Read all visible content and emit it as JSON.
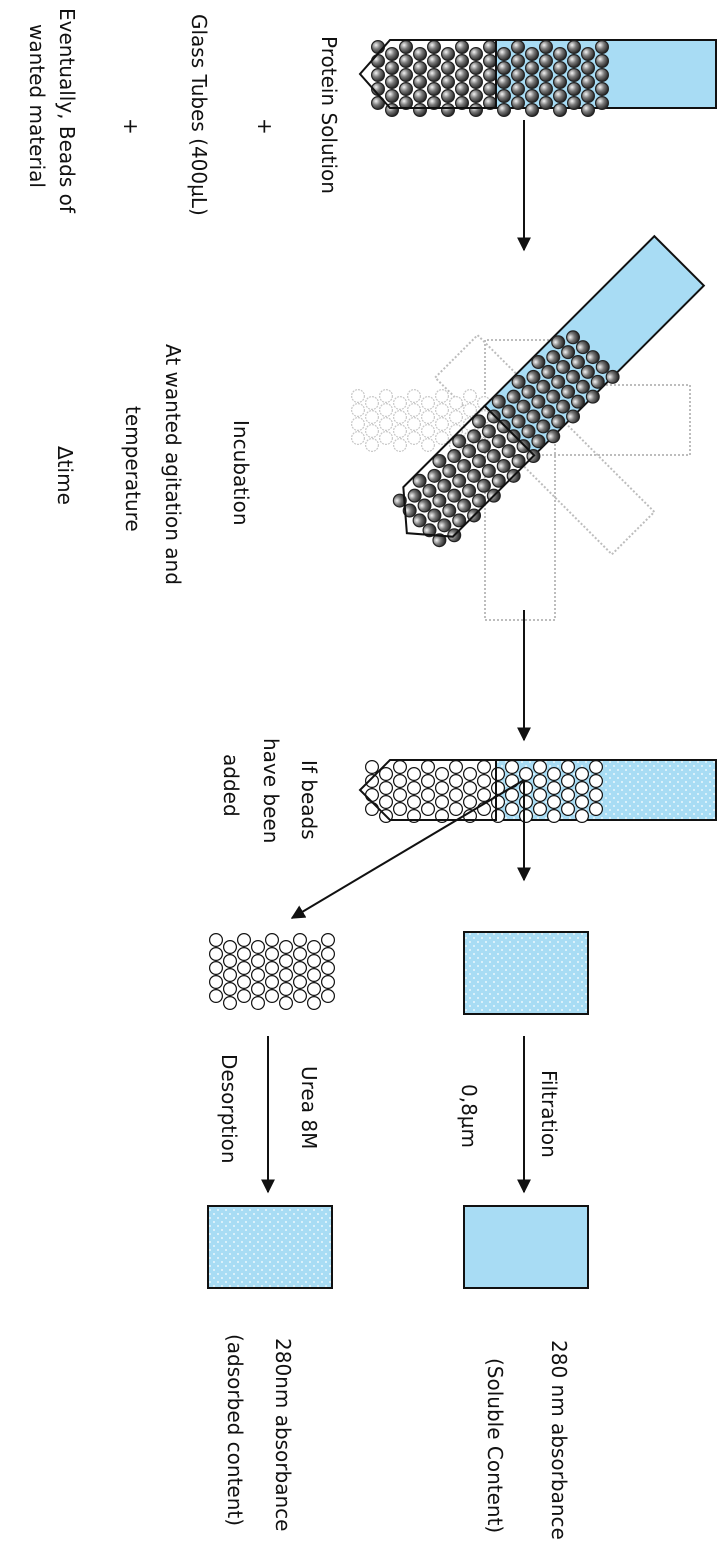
{
  "colors": {
    "liquid": "#a8dcf4",
    "outline": "#111111",
    "faint": "#bdbdbd",
    "bead_dark": "#3a3a3a",
    "bead_light": "#e8e8e8"
  },
  "labels": {
    "protein_solution": "Protein Solution",
    "plus_1": "+",
    "glass_tubes": "Glass Tubes (400µL)",
    "plus_2": "+",
    "beads_line1": "Eventually, Beads of",
    "beads_line2": "wanted material",
    "incubation": "Incubation",
    "agitation_line1": "At wanted agitation and",
    "agitation_line2": "temperature",
    "delta_time": "Δtime",
    "if_beads_line1": "If beads",
    "if_beads_line2": "have been",
    "if_beads_line3": "added",
    "filtration": "Filtration",
    "filter_size": "0,8µm",
    "urea": "Urea 8M",
    "desorption": "Desorption",
    "abs_soluble_line1": "280 nm absorbance",
    "abs_soluble_line2": "(Soluble Content)",
    "abs_adsorbed_line1": "280nm absorbance",
    "abs_adsorbed_line2": "(adsorbed content)"
  }
}
